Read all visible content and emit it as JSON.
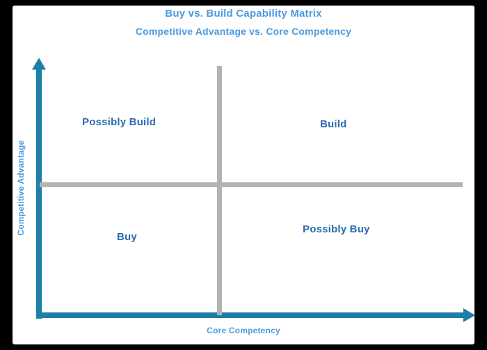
{
  "chart_data": {
    "type": "scatter",
    "title": "Buy vs. Build Capability Matrix",
    "subtitle": "Competitive Advantage vs. Core Competency",
    "xlabel": "Core Competency",
    "ylabel": "Competitive Advantage",
    "grid": false,
    "legend": "none",
    "xlim": [
      0,
      1
    ],
    "ylim": [
      0,
      1
    ],
    "x_tick_labels": [],
    "y_tick_labels": [],
    "quadrant_split": {
      "x": 0.5,
      "y": 0.5
    },
    "quadrants": [
      {
        "id": "top-left",
        "label": "Possibly Build",
        "x_range": [
          0,
          0.5
        ],
        "y_range": [
          0.5,
          1
        ]
      },
      {
        "id": "top-right",
        "label": "Build",
        "x_range": [
          0.5,
          1
        ],
        "y_range": [
          0.5,
          1
        ]
      },
      {
        "id": "bottom-left",
        "label": "Buy",
        "x_range": [
          0,
          0.5
        ],
        "y_range": [
          0,
          0.5
        ]
      },
      {
        "id": "bottom-right",
        "label": "Possibly Buy",
        "x_range": [
          0.5,
          1
        ],
        "y_range": [
          0,
          0.5
        ]
      }
    ],
    "series": [],
    "annotations": []
  },
  "header": {
    "title": "Buy vs. Build Capability Matrix",
    "subtitle": "Competitive Advantage vs. Core Competency"
  },
  "axes": {
    "y_label": "Competitive Advantage",
    "x_label": "Core Competency",
    "y_arrow_icon": "arrow-up-icon",
    "x_arrow_icon": "arrow-right-icon"
  },
  "quadrants": {
    "top_left": "Possibly Build",
    "top_right": "Build",
    "bottom_left": "Buy",
    "bottom_right": "Possibly Buy"
  },
  "colors": {
    "title": "#4a9ae0",
    "quadrant_label": "#2b6cb0",
    "axis": "#1b7fa8",
    "divider": "#b3b3b3",
    "plot_background": "#ffffff",
    "page_background": "#000000"
  }
}
